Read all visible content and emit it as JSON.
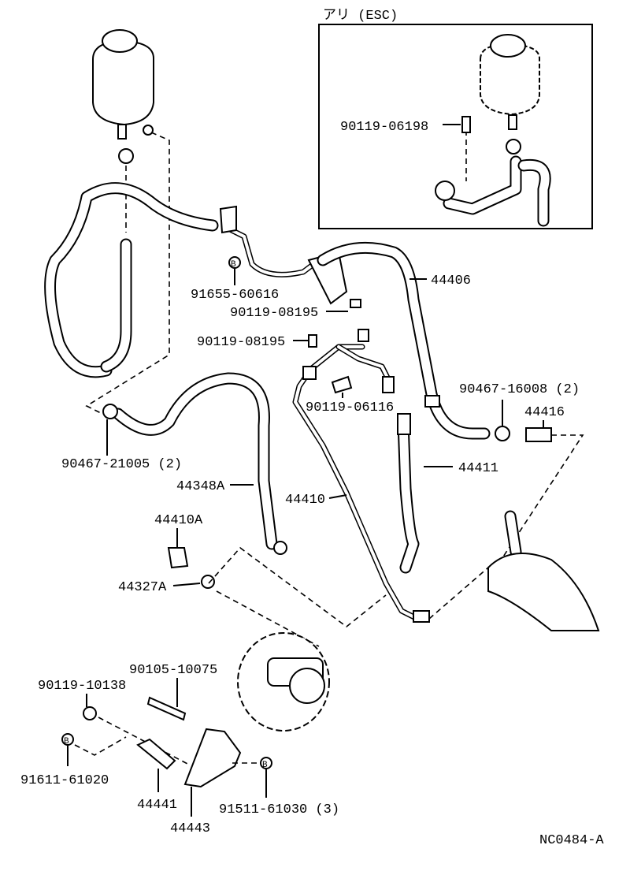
{
  "diagram": {
    "inset_title": "アリ (ESC)",
    "figure_code": "NC0484-A",
    "bolt_marker": "B",
    "parts": {
      "p_90119_06198": "90119-06198",
      "p_91655_60616": "91655-60616",
      "p_44406": "44406",
      "p_90119_08195_a": "90119-08195",
      "p_90119_08195_b": "90119-08195",
      "p_90119_06116": "90119-06116",
      "p_90467_16008": "90467-16008 (2)",
      "p_44416": "44416",
      "p_90467_21005": "90467-21005 (2)",
      "p_44348A": "44348A",
      "p_44411": "44411",
      "p_44410": "44410",
      "p_44410A": "44410A",
      "p_44327A": "44327A",
      "p_90105_10075": "90105-10075",
      "p_90119_10138": "90119-10138",
      "p_91611_61020": "91611-61020",
      "p_44441": "44441",
      "p_91511_61030": "91511-61030 (3)",
      "p_44443": "44443"
    }
  }
}
